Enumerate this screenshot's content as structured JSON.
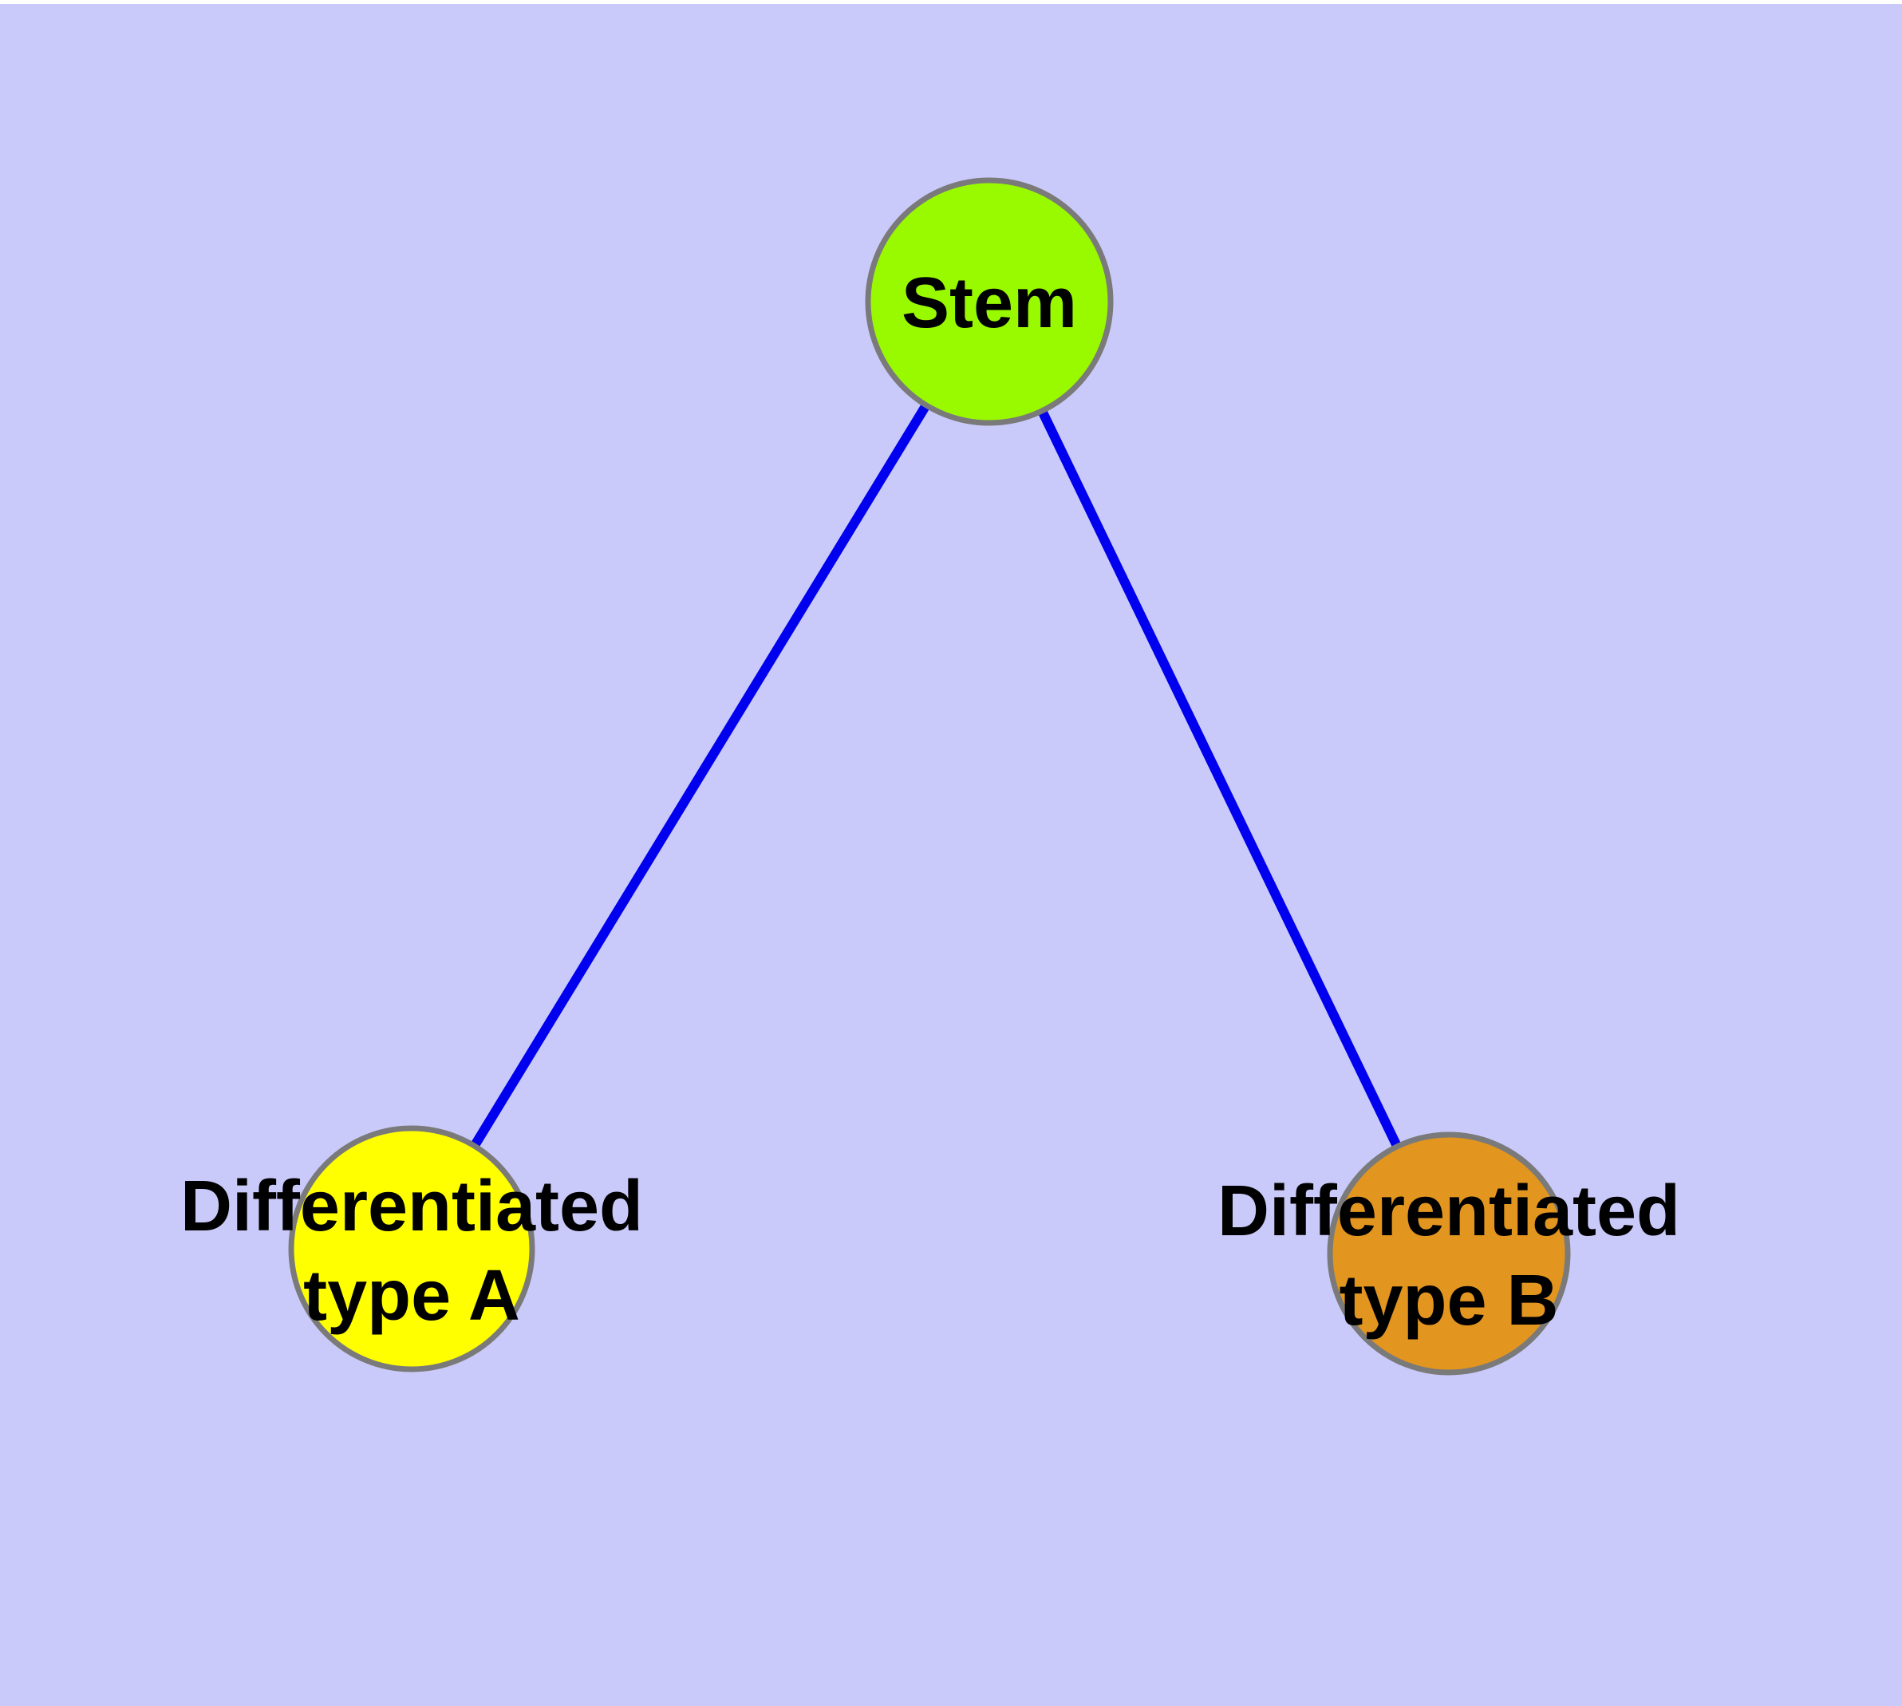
{
  "diagram": {
    "kind": "cell-differentiation-graph",
    "colors": {
      "background": "#CACAFA",
      "page_margin": "#FFFFFF",
      "edge": "#0000EE",
      "node_border": "#7A7A7A",
      "label_text": "#000000"
    },
    "nodes": {
      "stem": {
        "label": "Stem",
        "fill": "#99FA00"
      },
      "type_a": {
        "label": "Differentiated type A",
        "label_line1": "Differentiated",
        "label_line2": "type A",
        "fill": "#FFFF00"
      },
      "type_b": {
        "label": "Differentiated type B",
        "label_line1": "Differentiated",
        "label_line2": "type B",
        "fill": "#E2951F"
      }
    },
    "edges": [
      {
        "from": "Stem",
        "to": "Differentiated type A"
      },
      {
        "from": "Stem",
        "to": "Differentiated type B"
      }
    ]
  }
}
